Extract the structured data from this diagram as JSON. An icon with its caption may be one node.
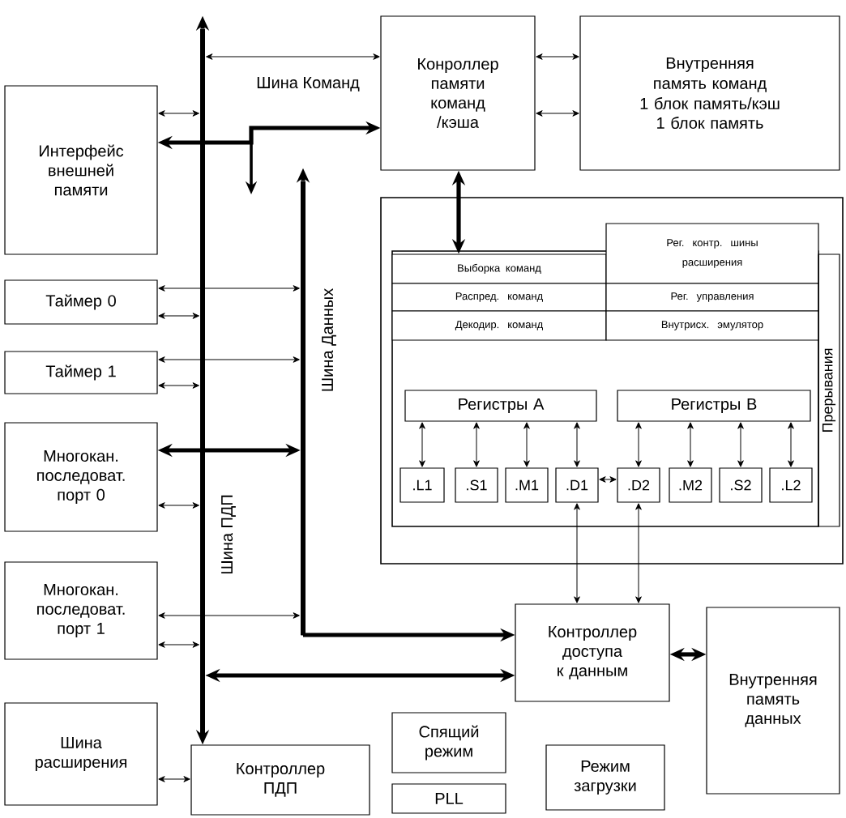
{
  "diagram": {
    "nodes": [
      {
        "text": [
          "Интерфейс внешней памяти"
        ]
      },
      {
        "text": [
          "Таймер 0"
        ]
      },
      {
        "text": [
          "Таймер 1"
        ]
      },
      {
        "text": [
          "Многокан. последоват. порт 0"
        ]
      },
      {
        "text": [
          "Многокан. последоват. порт 1"
        ]
      },
      {
        "text": [
          "Шина расширения"
        ]
      },
      {
        "text": [
          "Контроллер ПДП"
        ]
      },
      {
        "text": [
          "Конроллер памяти команд /кэша"
        ]
      },
      {
        "text": [
          "Внутренняя память команд",
          "1 блок память/кэш",
          "1 блок память"
        ]
      },
      {
        "text": [],
        "shape": "box"
      },
      {
        "text": [],
        "shape": "box",
        "in": 9
      },
      {
        "text": [
          "Выборка команд"
        ],
        "in": 10
      },
      {
        "text": [
          "Распред. команд"
        ],
        "in": 10
      },
      {
        "text": [
          "Декодир. команд"
        ],
        "in": 10
      },
      {
        "text": [
          "Рег. контр. шины расширения"
        ],
        "in": 9
      },
      {
        "text": [
          "Рег. управления"
        ],
        "in": 10
      },
      {
        "text": [
          "Внутрисх. эмулятор"
        ],
        "in": 10
      },
      {
        "text": [
          "Прерывания"
        ],
        "in": 9
      },
      {
        "text": [
          "Регистры A"
        ],
        "in": 10
      },
      {
        "text": [
          "Регистры B"
        ],
        "in": 10
      },
      {
        "text": [
          ".L1"
        ],
        "in": 10
      },
      {
        "text": [
          ".S1"
        ],
        "in": 10
      },
      {
        "text": [
          ".M1"
        ],
        "in": 10
      },
      {
        "text": [
          ".D1"
        ],
        "in": 10
      },
      {
        "text": [
          ".D2"
        ],
        "in": 10
      },
      {
        "text": [
          ".M2"
        ],
        "in": 10
      },
      {
        "text": [
          ".S2"
        ],
        "in": 10
      },
      {
        "text": [
          ".L2"
        ],
        "in": 10
      },
      {
        "text": [
          "Контроллер доступа к данным"
        ]
      },
      {
        "text": [
          "Внутренняя память данных"
        ]
      },
      {
        "text": [
          "Спящий режим"
        ]
      },
      {
        "text": [
          "PLL"
        ]
      },
      {
        "text": [
          "Режим загрузки"
        ]
      },
      {
        "text": [],
        "shape": "bar",
        "beside": [
          "Шина ПДП"
        ]
      },
      {
        "text": [],
        "shape": "bar",
        "beside": [
          "Шина Данных"
        ]
      }
    ],
    "edges": [
      {
        "from": 0,
        "to": 33,
        "arrow": "both"
      },
      {
        "from": 0,
        "to": 7,
        "arrow": "both",
        "style": "thick"
      },
      {
        "from": 33,
        "to": 7,
        "arrow": "both",
        "label": "Шина Команд"
      },
      {
        "from": 7,
        "to": 8,
        "arrow": "both"
      },
      {
        "from": 7,
        "to": 8,
        "arrow": "both"
      },
      {
        "from": 7,
        "to": 11,
        "arrow": "both",
        "style": "thick"
      },
      {
        "from": 1,
        "to": 34,
        "arrow": "both"
      },
      {
        "from": 1,
        "to": 33,
        "arrow": "both"
      },
      {
        "from": 2,
        "to": 34,
        "arrow": "both"
      },
      {
        "from": 2,
        "to": 33,
        "arrow": "both"
      },
      {
        "from": 3,
        "to": 34,
        "arrow": "both",
        "style": "thick"
      },
      {
        "from": 3,
        "to": 33,
        "arrow": "both"
      },
      {
        "from": 4,
        "to": 34,
        "arrow": "both"
      },
      {
        "from": 4,
        "to": 33,
        "arrow": "both"
      },
      {
        "from": 5,
        "to": 6,
        "arrow": "both"
      },
      {
        "from": 33,
        "to": 6,
        "arrow": "to",
        "style": "thick"
      },
      {
        "from": 33,
        "to": null,
        "arrow": "to",
        "style": "thick"
      },
      {
        "from": 34,
        "to": null,
        "arrow": "to",
        "style": "thick"
      },
      {
        "from": 34,
        "to": 28,
        "arrow": "to",
        "style": "thick"
      },
      {
        "from": 28,
        "to": 33,
        "arrow": "both",
        "style": "thick"
      },
      {
        "from": 28,
        "to": 29,
        "arrow": "both",
        "style": "thick"
      },
      {
        "from": 23,
        "to": 28,
        "arrow": "both"
      },
      {
        "from": 24,
        "to": 28,
        "arrow": "both"
      },
      {
        "from": 18,
        "to": 20,
        "arrow": "both"
      },
      {
        "from": 18,
        "to": 21,
        "arrow": "both"
      },
      {
        "from": 18,
        "to": 22,
        "arrow": "both"
      },
      {
        "from": 18,
        "to": 23,
        "arrow": "both"
      },
      {
        "from": 19,
        "to": 24,
        "arrow": "both"
      },
      {
        "from": 19,
        "to": 25,
        "arrow": "both"
      },
      {
        "from": 19,
        "to": 26,
        "arrow": "both"
      },
      {
        "from": 19,
        "to": 27,
        "arrow": "both"
      },
      {
        "from": 23,
        "to": 24,
        "arrow": "both"
      }
    ]
  }
}
